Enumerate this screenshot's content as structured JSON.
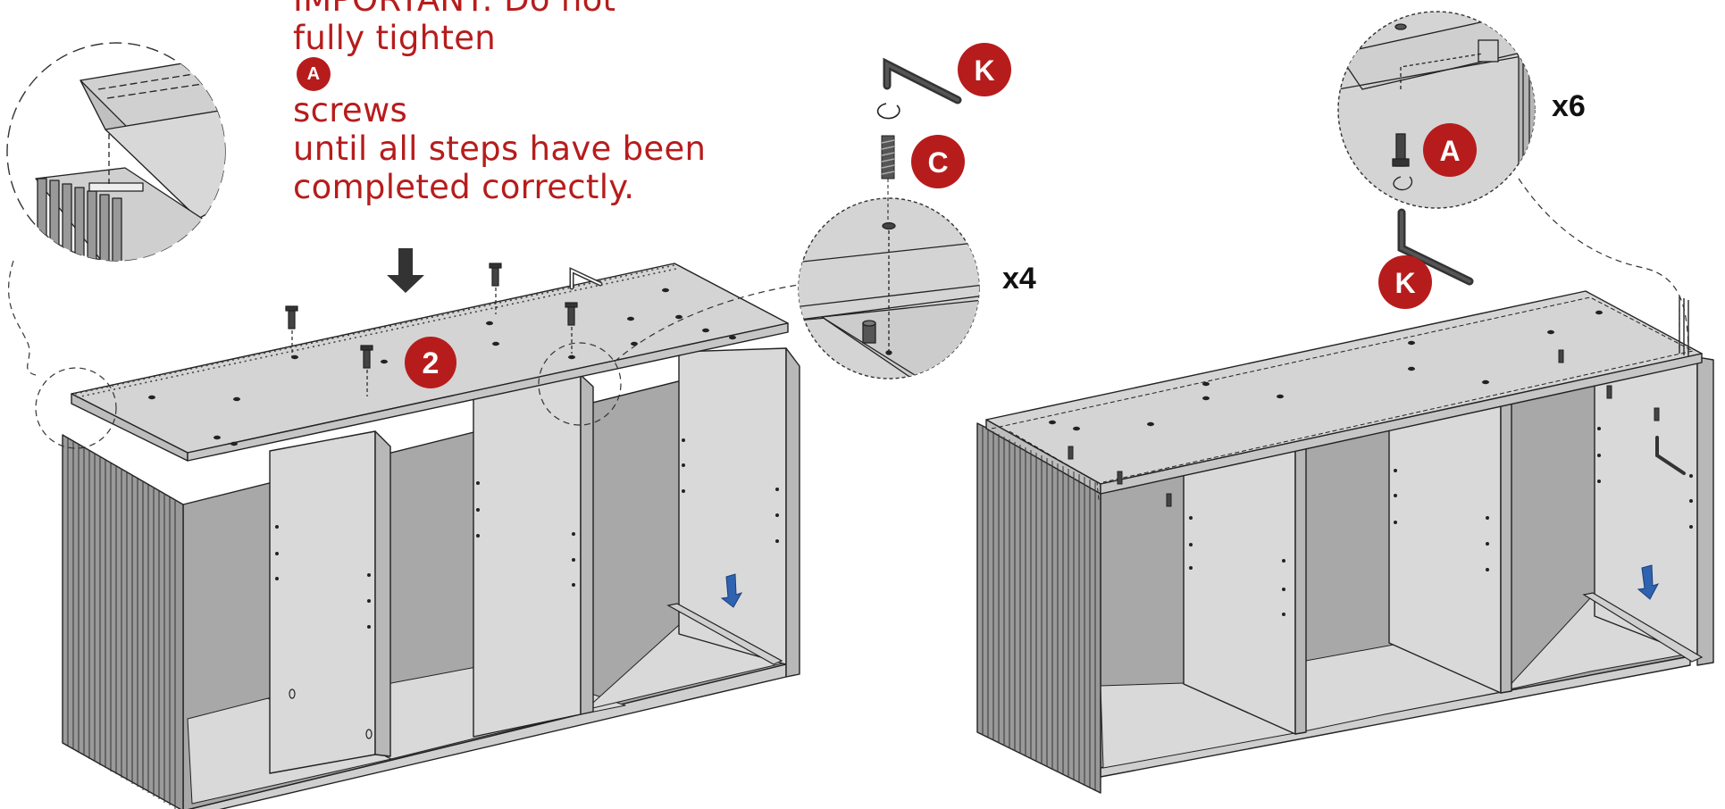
{
  "warning": {
    "line1": "IMPORTANT: Do not",
    "line2_before": "fully tighten",
    "line2_badge": "A",
    "line2_after": "screws",
    "line3": "until all steps have been",
    "line4": "completed correctly."
  },
  "step_number": "2",
  "part_labels": {
    "hex_key_top": "K",
    "dowel": "C",
    "screw": "A",
    "hex_key_right": "K"
  },
  "counts": {
    "dowel_count": "x4",
    "screw_count": "x6"
  },
  "colors": {
    "accent_red": "#b71c1c",
    "panel_light": "#d6d6d6",
    "panel_dark": "#a9a9a9",
    "arrow_blue": "#2f62b0"
  },
  "icons": [
    "down-arrow-icon",
    "rotate-icon",
    "hex-key-icon",
    "screw-icon",
    "dowel-icon"
  ]
}
